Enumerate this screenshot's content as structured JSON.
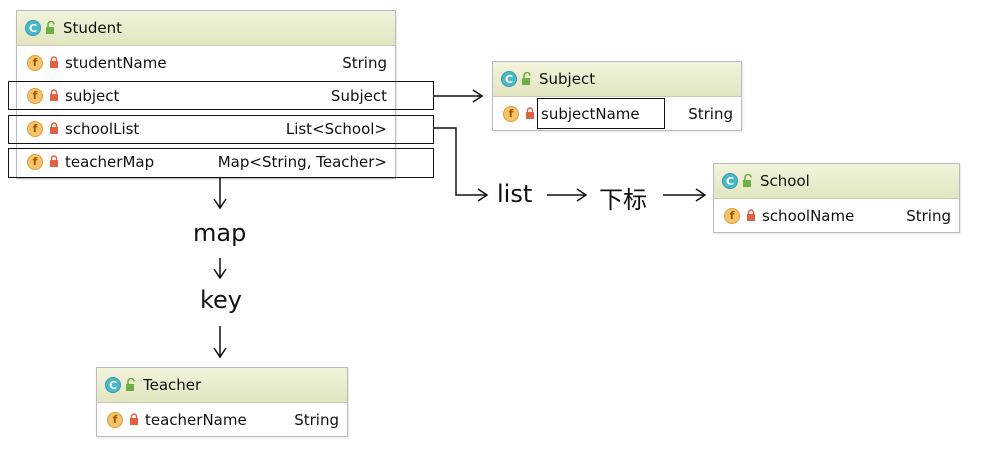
{
  "student": {
    "title": "Student",
    "fields": [
      {
        "name": "studentName",
        "type": "String"
      },
      {
        "name": "subject",
        "type": "Subject"
      },
      {
        "name": "schoolList",
        "type": "List<School>"
      },
      {
        "name": "teacherMap",
        "type": "Map<String, Teacher>"
      }
    ]
  },
  "subject": {
    "title": "Subject",
    "fields": [
      {
        "name": "subjectName",
        "type": "String"
      }
    ]
  },
  "school": {
    "title": "School",
    "fields": [
      {
        "name": "schoolName",
        "type": "String"
      }
    ]
  },
  "teacher": {
    "title": "Teacher",
    "fields": [
      {
        "name": "teacherName",
        "type": "String"
      }
    ]
  },
  "labels": {
    "list": "list",
    "index": "下标",
    "map": "map",
    "key": "key"
  },
  "icons": {
    "class": "C",
    "field": "f"
  },
  "colors": {
    "header": "#e6e8c4",
    "class_icon": "#4ab8c8",
    "field_icon": "#f6c26b",
    "lock": "#e06040"
  }
}
